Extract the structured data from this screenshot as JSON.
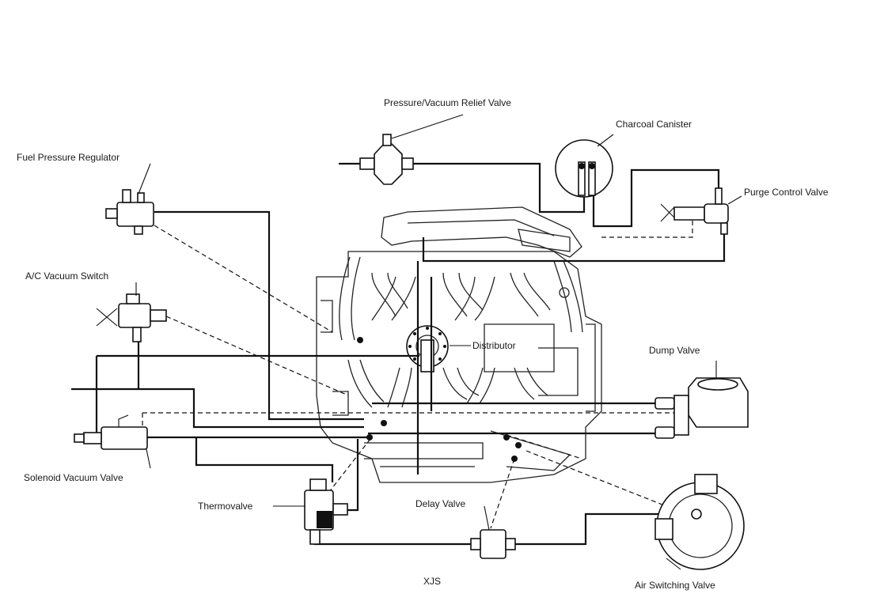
{
  "diagram": {
    "labels": {
      "pressure_vacuum_relief_valve": "Pressure/Vacuum Relief Valve",
      "charcoal_canister": "Charcoal Canister",
      "fuel_pressure_regulator": "Fuel Pressure Regulator",
      "purge_control_valve": "Purge Control Valve",
      "ac_vacuum_switch": "A/C Vacuum Switch",
      "distributor": "Distributor",
      "dump_valve": "Dump Valve",
      "solenoid_vacuum_valve": "Solenoid Vacuum Valve",
      "thermovalve": "Thermovalve",
      "delay_valve": "Delay Valve",
      "air_switching_valve": "Air Switching Valve",
      "model_code": "XJS"
    }
  }
}
